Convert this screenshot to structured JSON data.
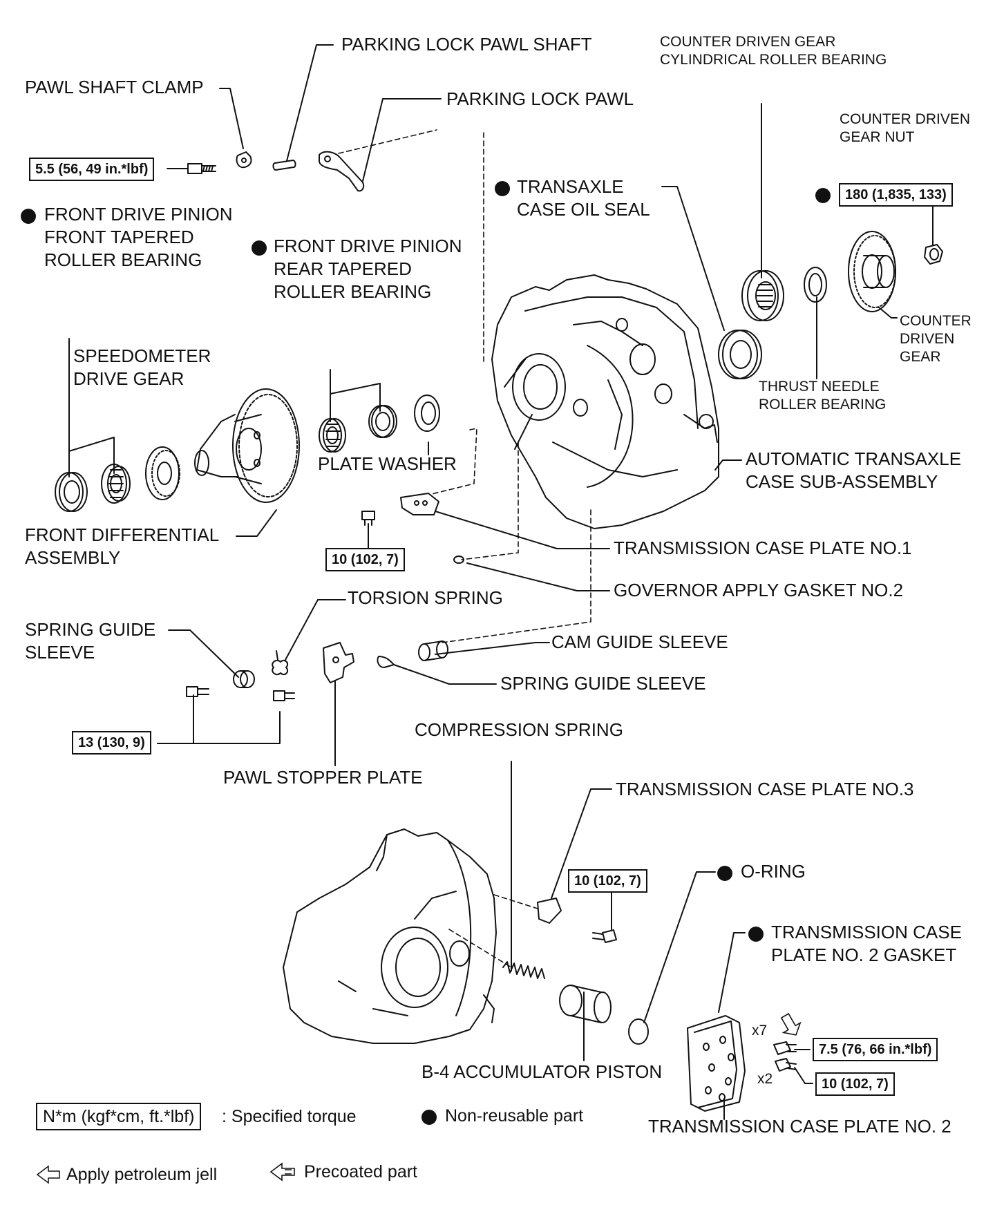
{
  "labels": {
    "parking_lock_pawl_shaft": "PARKING LOCK PAWL SHAFT",
    "pawl_shaft_clamp": "PAWL SHAFT CLAMP",
    "parking_lock_pawl": "PARKING LOCK PAWL",
    "counter_driven_gear_bearing_1": "COUNTER DRIVEN GEAR",
    "counter_driven_gear_bearing_2": "CYLINDRICAL ROLLER BEARING",
    "counter_driven_gear_nut_1": "COUNTER DRIVEN",
    "counter_driven_gear_nut_2": "GEAR NUT",
    "transaxle_oil_seal_1": "TRANSAXLE",
    "transaxle_oil_seal_2": "CASE OIL SEAL",
    "front_pinion_front_1": "FRONT DRIVE PINION",
    "front_pinion_front_2": "FRONT TAPERED",
    "front_pinion_front_3": "ROLLER BEARING",
    "front_pinion_rear_1": "FRONT DRIVE PINION",
    "front_pinion_rear_2": "REAR TAPERED",
    "front_pinion_rear_3": "ROLLER BEARING",
    "counter_driven_gear_1": "COUNTER",
    "counter_driven_gear_2": "DRIVEN",
    "counter_driven_gear_3": "GEAR",
    "thrust_bearing_1": "THRUST NEEDLE",
    "thrust_bearing_2": "ROLLER BEARING",
    "speedometer_1": "SPEEDOMETER",
    "speedometer_2": "DRIVE GEAR",
    "plate_washer": "PLATE WASHER",
    "case_sub_assembly_1": "AUTOMATIC TRANSAXLE",
    "case_sub_assembly_2": "CASE SUB-ASSEMBLY",
    "front_diff_1": "FRONT DIFFERENTIAL",
    "front_diff_2": "ASSEMBLY",
    "case_plate_no1": "TRANSMISSION CASE PLATE NO.1",
    "governor_gasket": "GOVERNOR APPLY GASKET NO.2",
    "torsion_spring": "TORSION SPRING",
    "spring_guide_left_1": "SPRING GUIDE",
    "spring_guide_left_2": "SLEEVE",
    "cam_guide_sleeve": "CAM GUIDE SLEEVE",
    "spring_guide_right": "SPRING GUIDE SLEEVE",
    "compression_spring": "COMPRESSION SPRING",
    "pawl_stopper_plate": "PAWL STOPPER PLATE",
    "case_plate_no3": "TRANSMISSION CASE PLATE NO.3",
    "o_ring": "O-RING",
    "plate_no2_gasket_1": "TRANSMISSION CASE",
    "plate_no2_gasket_2": "PLATE NO. 2 GASKET",
    "x7": "x7",
    "x2": "x2",
    "accumulator_piston": "B-4 ACCUMULATOR PISTON",
    "case_plate_no2": "TRANSMISSION CASE PLATE NO. 2"
  },
  "torque": {
    "pawl_clamp_bolt": "5.5 (56, 49 in.*lbf)",
    "counter_gear_nut": "180 (1,835, 133)",
    "plate_no1_bolt": "10 (102, 7)",
    "stopper_plate_bolts": "13 (130, 9)",
    "plate_no3_bolt": "10 (102, 7)",
    "plate_no2_bolts_x7": "7.5 (76, 66 in.*lbf)",
    "plate_no2_bolts_x2": "10 (102, 7)"
  },
  "legend": {
    "torque_unit": "N*m (kgf*cm, ft.*lbf)",
    "torque_text": ": Specified torque",
    "non_reusable": "Non-reusable part",
    "petroleum": "Apply petroleum jell",
    "precoated": "Precoated part"
  }
}
